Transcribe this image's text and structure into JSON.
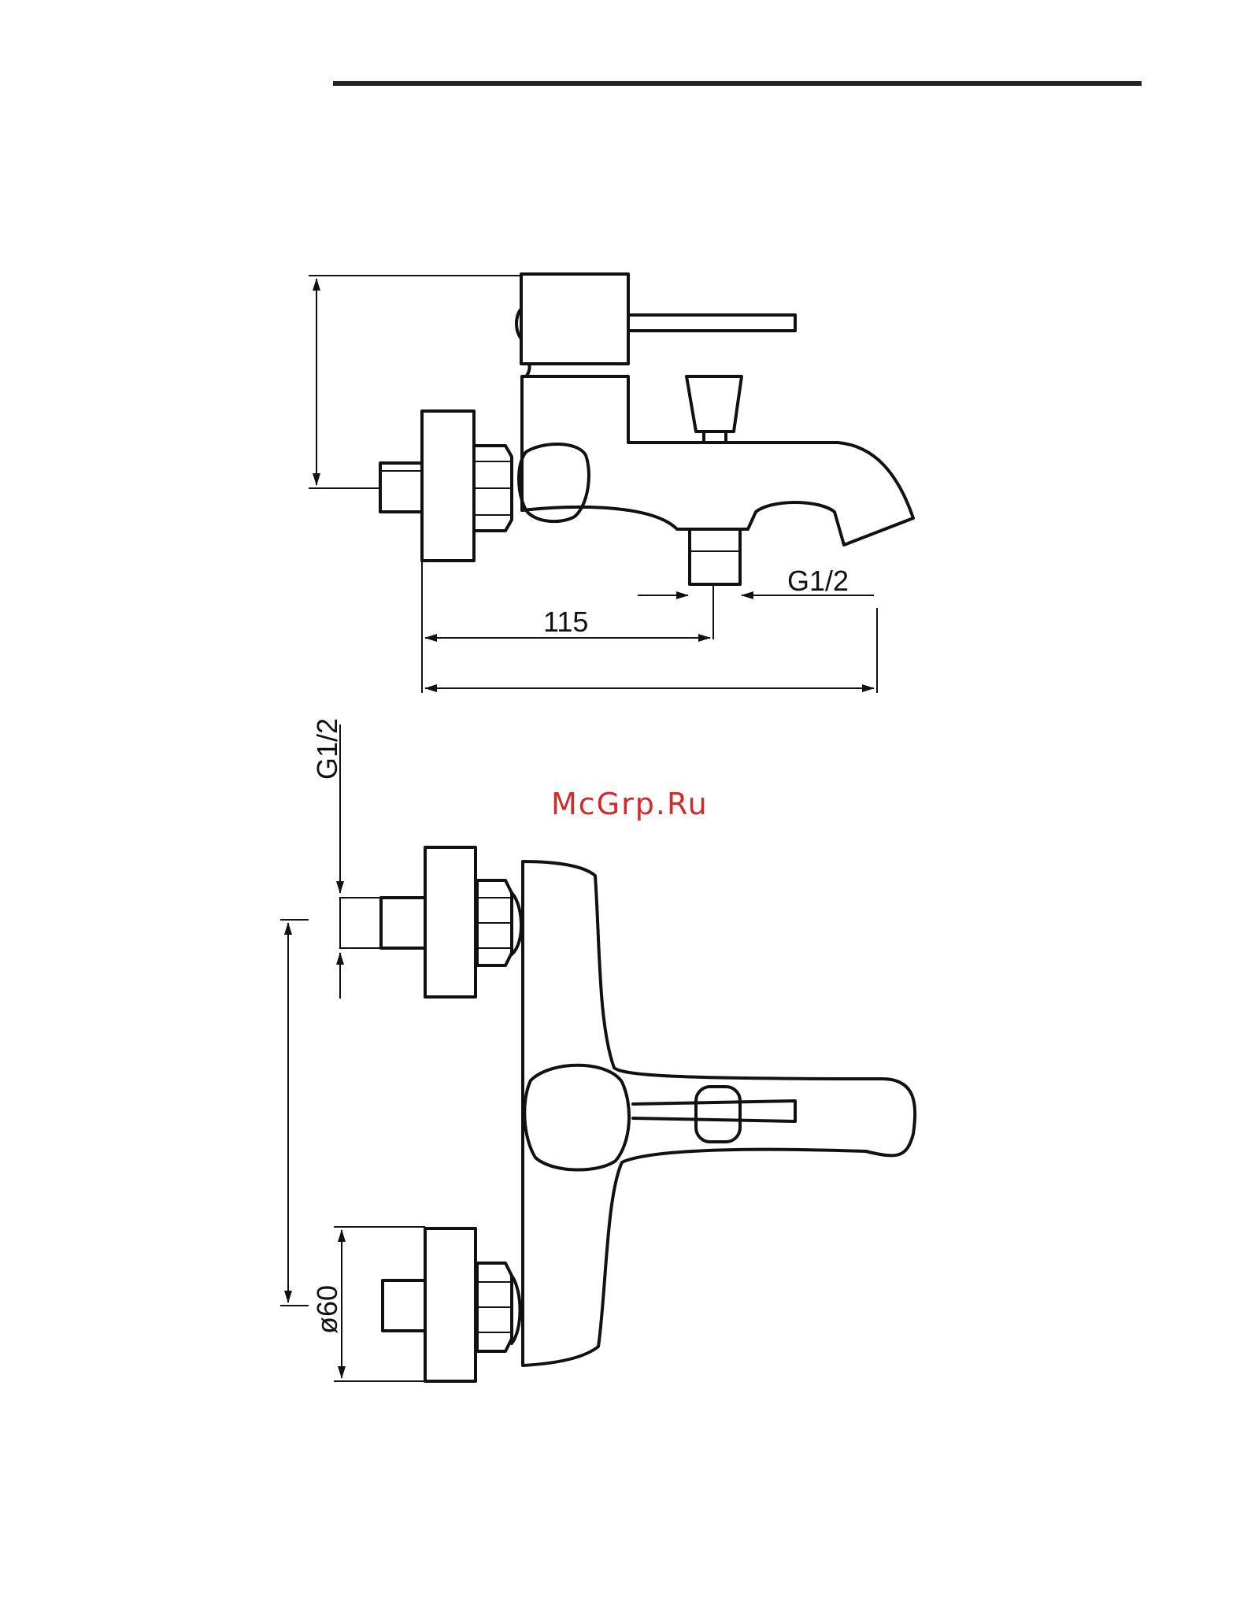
{
  "dimensions": {
    "dim_115": "115",
    "thread_spout": "G1/2",
    "thread_inlet": "G1/2",
    "diameter": "ø60"
  },
  "watermark": {
    "text": "McGrp.Ru",
    "color": "#d22b2b"
  },
  "line_color": "#111111"
}
